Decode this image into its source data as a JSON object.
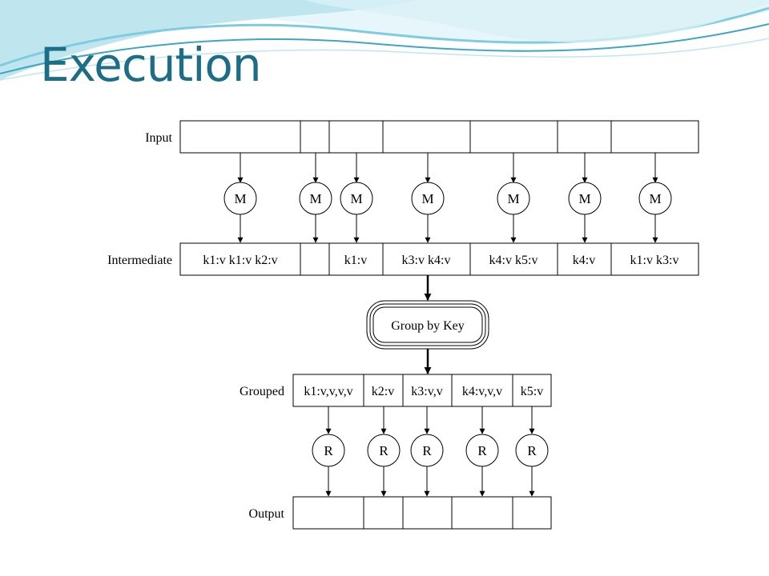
{
  "slide": {
    "title": "Execution"
  },
  "diagram": {
    "row_labels": {
      "input": "Input",
      "intermediate": "Intermediate",
      "grouped": "Grouped",
      "output": "Output"
    },
    "map_label": "M",
    "reduce_label": "R",
    "group_label": "Group by Key",
    "intermediate_cells": [
      "k1:v k1:v k2:v",
      "",
      "k1:v",
      "k3:v k4:v",
      "k4:v k5:v",
      "k4:v",
      "k1:v k3:v"
    ],
    "grouped_cells": [
      "k1:v,v,v,v",
      "k2:v",
      "k3:v,v",
      "k4:v,v,v",
      "k5:v"
    ]
  },
  "colors": {
    "title": "#1b6e86",
    "decor_light": "#bfe6ef",
    "decor_mid": "#7fcbe0",
    "decor_dark": "#3ea6c4",
    "stroke": "#000000"
  }
}
